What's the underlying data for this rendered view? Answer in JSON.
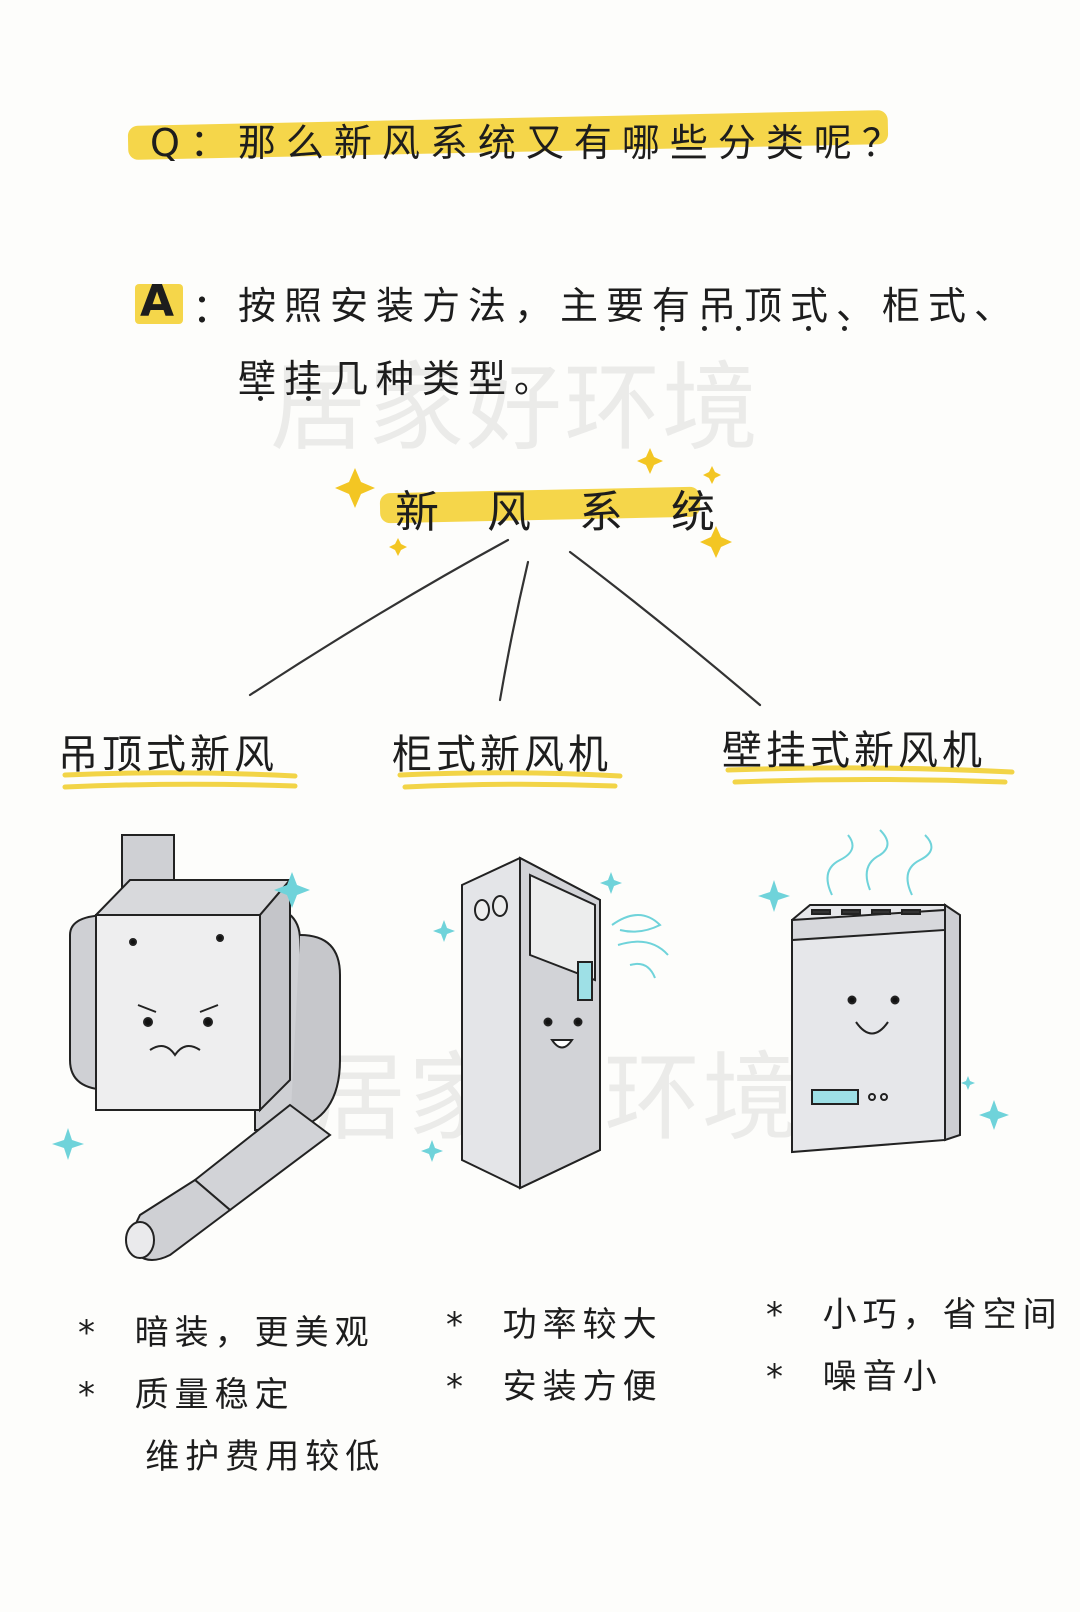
{
  "question": "Q：那么新风系统又有哪些分类呢？",
  "answer": {
    "mark": "A",
    "colon": "：",
    "line1": "按照安装方法，主要有吊顶式、柜式、",
    "line2": "壁挂几种类型。"
  },
  "center_title": "新风系统",
  "watermark": "居家好环境",
  "types": [
    {
      "label": "吊顶式新风",
      "features": "*  暗装，更美观\n*  质量稳定\n    维护费用较低"
    },
    {
      "label": "柜式新风机",
      "features": "*  功率较大\n*  安装方便"
    },
    {
      "label": "壁挂式新风机",
      "features": "*  小巧，省空间\n*  噪音小"
    }
  ],
  "colors": {
    "highlight": "#f5d64a",
    "sparkle_yellow": "#f3c623",
    "sparkle_cyan": "#6fd3da",
    "device_panel": "#9ee0e6"
  }
}
